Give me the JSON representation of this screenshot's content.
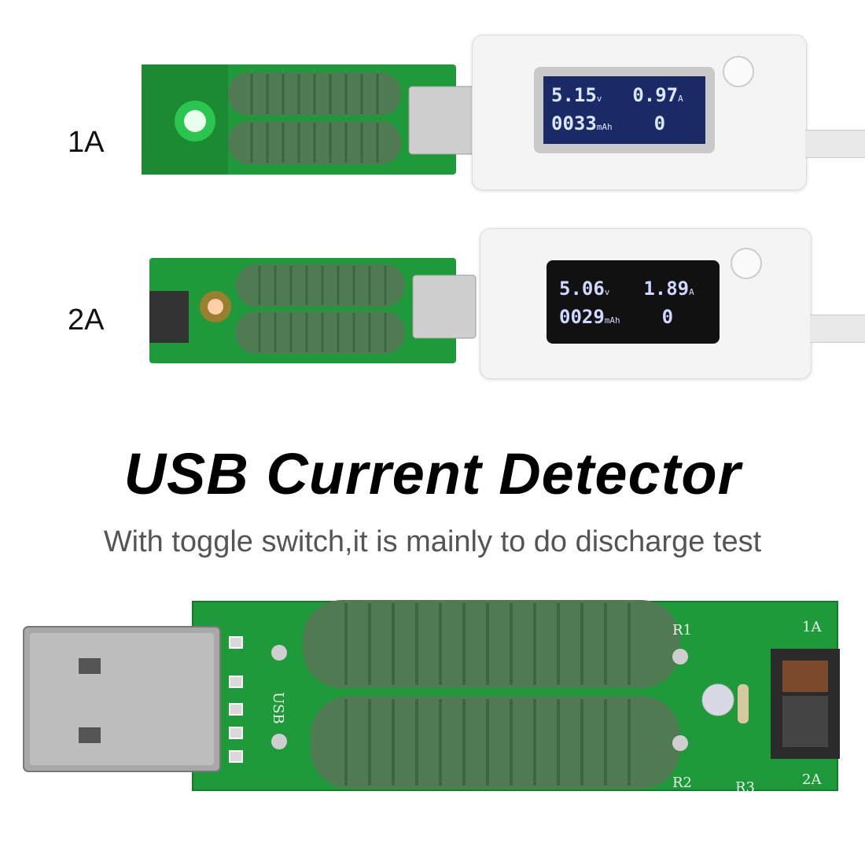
{
  "top_section": {
    "row_1a": {
      "label": "1A",
      "voltage": "5.15",
      "voltage_unit": "v",
      "current": "0.97",
      "current_unit": "A",
      "capacity": "0033",
      "capacity_unit": "mAh",
      "extra": "0",
      "led_color": "#39ff6a"
    },
    "row_2a": {
      "label": "2A",
      "voltage": "5.06",
      "voltage_unit": "v",
      "current": "1.89",
      "current_unit": "A",
      "capacity": "0029",
      "capacity_unit": "mAh",
      "extra": "0",
      "led_color": "#ff6a2a"
    }
  },
  "headline": "USB Current Detector",
  "subheadline": "With toggle switch,it is mainly to do discharge test",
  "board": {
    "silk_labels": {
      "r1": "R1",
      "r2": "R2",
      "r3": "R3",
      "mode_1a": "1A",
      "mode_2a": "2A",
      "usb": "USB"
    },
    "pcb_color": "#1f9a3a",
    "resistor_color": "#4f7a52"
  }
}
